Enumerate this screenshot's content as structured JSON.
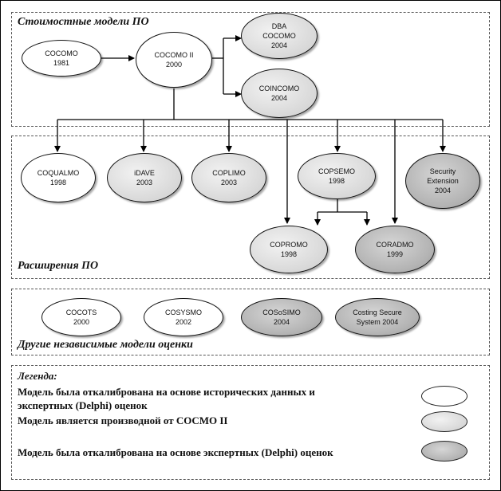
{
  "sections": {
    "cost_models": "Стоимостные модели ПО",
    "extensions": "Расширения ПО",
    "independent": "Другие независимые модели оценки"
  },
  "nodes": {
    "cocomo": {
      "name": "COCOMO",
      "year": "1981",
      "kind": "historical"
    },
    "cocomo2": {
      "name": "COCOMO II",
      "year": "2000",
      "kind": "historical"
    },
    "dba": {
      "name": "DBA COCOMO",
      "year": "2004",
      "kind": "derived"
    },
    "coincomo": {
      "name": "COINCOMO",
      "year": "2004",
      "kind": "derived"
    },
    "coqualmo": {
      "name": "COQUALMO",
      "year": "1998",
      "kind": "historical"
    },
    "idave": {
      "name": "iDAVE",
      "year": "2003",
      "kind": "derived"
    },
    "coplimo": {
      "name": "COPLIMO",
      "year": "2003",
      "kind": "derived"
    },
    "copsemo": {
      "name": "COPSEMO",
      "year": "1998",
      "kind": "derived"
    },
    "security": {
      "name": "Security Extension",
      "year": "2004",
      "kind": "expert"
    },
    "copromo": {
      "name": "COPROMO",
      "year": "1998",
      "kind": "derived"
    },
    "coradmo": {
      "name": "CORADMO",
      "year": "1999",
      "kind": "expert"
    },
    "cocots": {
      "name": "COCOTS",
      "year": "2000",
      "kind": "historical"
    },
    "cosysmo": {
      "name": "COSYSMO",
      "year": "2002",
      "kind": "historical"
    },
    "cososimo": {
      "name": "COSoSIMO",
      "year": "2004",
      "kind": "expert"
    },
    "costing": {
      "name": "Costing Secure System 2004",
      "year": "",
      "kind": "expert"
    }
  },
  "legend": {
    "title": "Легенда:",
    "historical_line1": "Модель была откалибрована на основе исторических данных и",
    "historical_line2": "экспертных (Delphi)  оценок",
    "derived": "Модель является производной от COCMO II",
    "expert": "Модель была откалибрована на основе экспертных (Delphi)  оценок"
  },
  "colors": {
    "line": "#000000",
    "historical_fill": "#ffffff",
    "derived_fill": "#d8d8d8",
    "expert_fill": "#b4b4b4"
  }
}
